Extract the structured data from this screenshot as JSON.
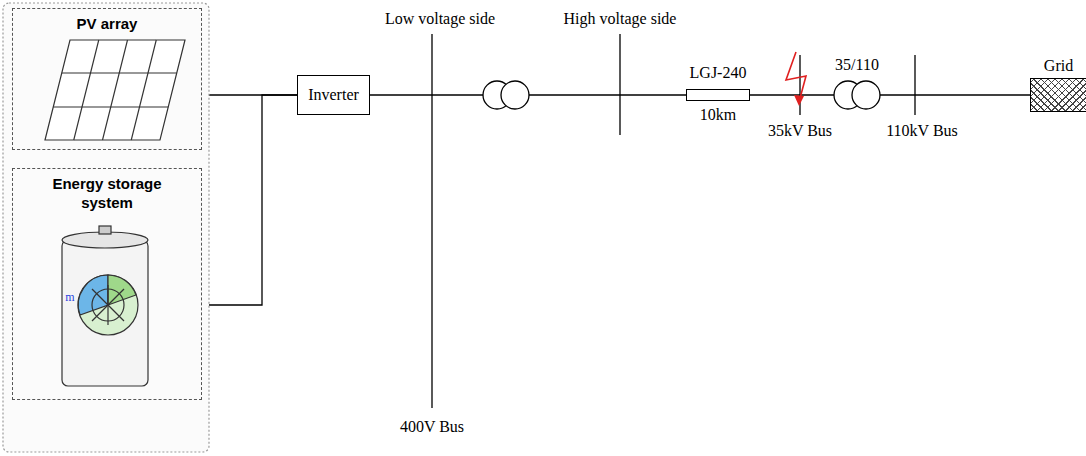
{
  "diagram": {
    "nodes": [
      {
        "text": [
          "PV array"
        ]
      },
      {
        "text": [
          "Energy storage system"
        ]
      },
      {
        "text": [
          "Inverter"
        ]
      },
      {
        "text": [
          "LGJ-240",
          "10km"
        ]
      },
      {
        "text": [
          "Grid"
        ]
      }
    ],
    "edges": [
      {
        "from": 0,
        "to": 2,
        "arrow": "none"
      },
      {
        "from": 1,
        "to": 2,
        "arrow": "none"
      },
      {
        "from": 2,
        "to": 3,
        "arrow": "none"
      },
      {
        "from": 3,
        "to": 4,
        "arrow": "none"
      }
    ],
    "labels": [
      "Low voltage side",
      "High voltage side",
      "35/110",
      "35kV Bus",
      "110kV Bus",
      "400V Bus",
      "m"
    ]
  }
}
